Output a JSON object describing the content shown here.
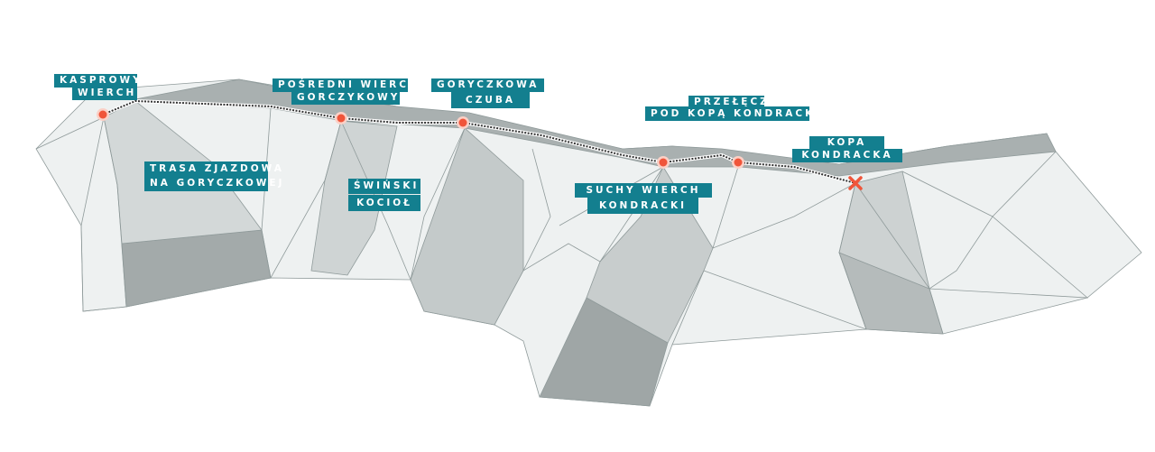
{
  "colors": {
    "label_bg": "#137f8f",
    "marker": "#f0553a",
    "route": "#333333"
  },
  "labels": {
    "kasprowy": [
      "KASPROWY",
      "WIERCH"
    ],
    "posredni": [
      "POŚREDNI WIERCH",
      "GORCZYKOWY"
    ],
    "goryczkowa": [
      "GORYCZKOWA",
      "CZUBA"
    ],
    "trasa": [
      "TRASA ZJAZDOWA",
      "NA GORYCZKOWEJ"
    ],
    "swinski": [
      "ŚWIŃSKI",
      "KOCIOŁ"
    ],
    "przelecz": [
      "PRZEŁĘCZ",
      "POD KOPĄ KONDRACKĄ"
    ],
    "suchy": [
      "SUCHY WIERCH",
      "KONDRACKI"
    ],
    "kopa": [
      "KOPA",
      "KONDRACKA"
    ]
  },
  "icons": {
    "waypoint": "circle-marker",
    "destination": "x-marker"
  }
}
